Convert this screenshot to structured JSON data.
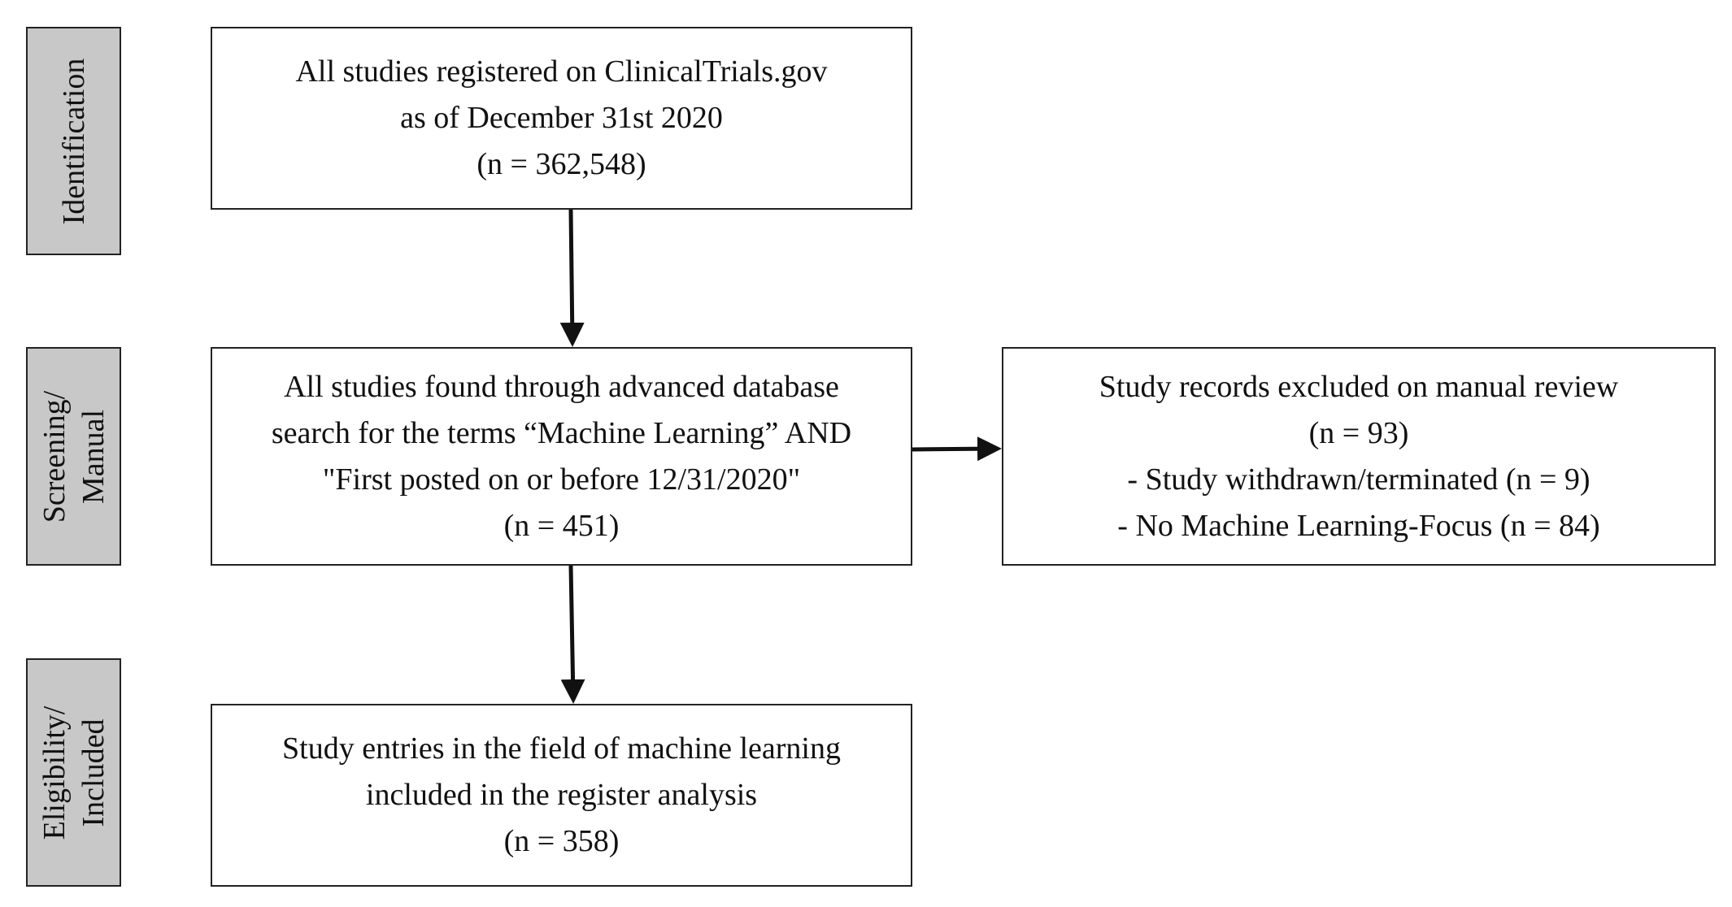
{
  "stages": {
    "identification": "Identification",
    "screening_line1": "Screening/",
    "screening_line2": "Manual",
    "eligibility_line1": "Eligibility/",
    "eligibility_line2": "Included"
  },
  "boxes": {
    "identification": {
      "line1": "All studies registered on ClinicalTrials.gov",
      "line2": "as of December 31st 2020",
      "count": "(n = 362,548)"
    },
    "screening": {
      "line1": "All studies found through advanced database",
      "line2": "search for the terms “Machine Learning” AND",
      "line3": "\"First posted on or before 12/31/2020\"",
      "count": "(n = 451)"
    },
    "excluded": {
      "line1": "Study records excluded on manual review",
      "count": "(n = 93)",
      "reason1": "- Study withdrawn/terminated (n = 9)",
      "reason2": "- No Machine Learning-Focus (n = 84)"
    },
    "included": {
      "line1": "Study entries in the field of machine learning",
      "line2": "included in the register analysis",
      "count": "(n = 358)"
    }
  }
}
